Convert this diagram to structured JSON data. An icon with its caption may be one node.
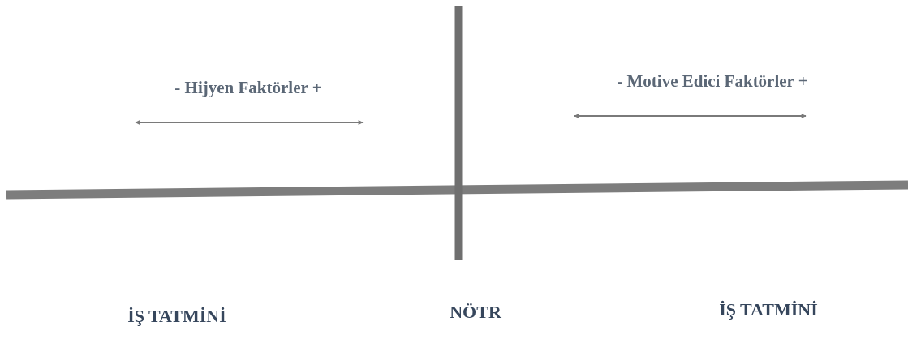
{
  "diagram": {
    "labels": [
      "- Hijyen Faktörler +",
      "- Motive Edici Faktörler +",
      "İŞ TATMİNİ",
      "NÖTR",
      "İŞ TATMİNİ"
    ]
  }
}
